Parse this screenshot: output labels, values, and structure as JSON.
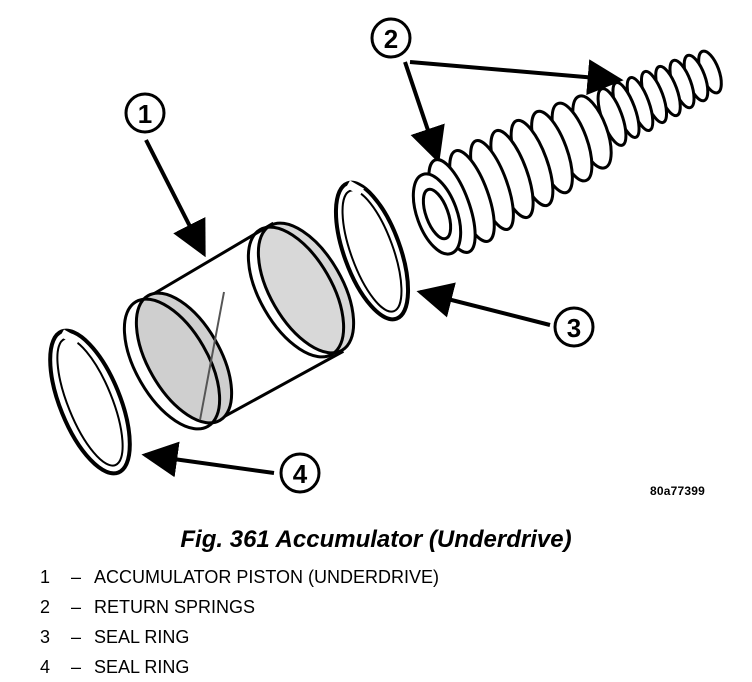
{
  "figure": {
    "id_label": "80a77399",
    "caption": "Fig. 361 Accumulator (Underdrive)",
    "callouts": [
      "1",
      "2",
      "3",
      "4"
    ]
  },
  "legend": [
    {
      "num": "1",
      "dash": "–",
      "text": "ACCUMULATOR PISTON (UNDERDRIVE)"
    },
    {
      "num": "2",
      "dash": "–",
      "text": "RETURN SPRINGS"
    },
    {
      "num": "3",
      "dash": "–",
      "text": "SEAL RING"
    },
    {
      "num": "4",
      "dash": "–",
      "text": "SEAL RING"
    }
  ]
}
